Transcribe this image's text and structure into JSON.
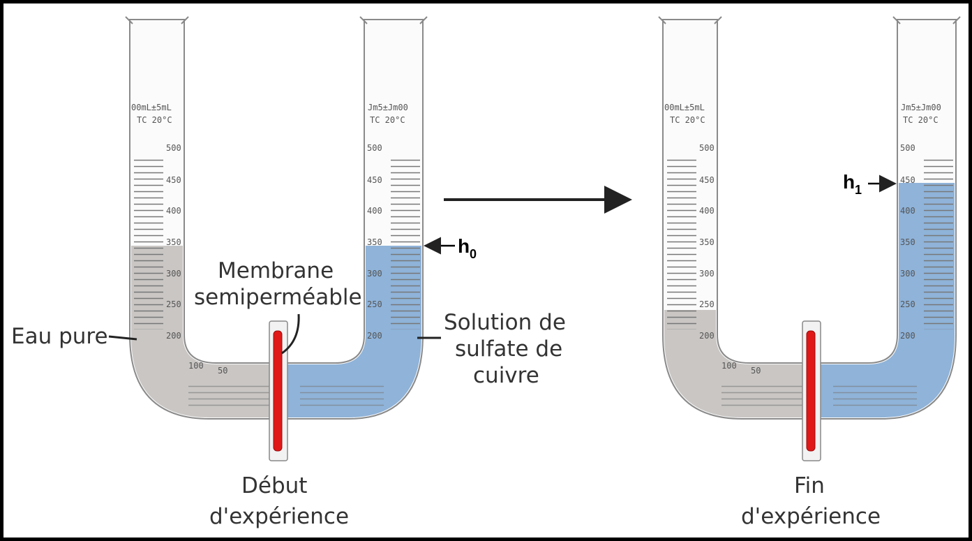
{
  "labels": {
    "eau_pure": "Eau pure",
    "membrane_line1": "Membrane",
    "membrane_line2": "semiperméable",
    "solution_line1": "Solution de",
    "solution_line2": "sulfate de",
    "solution_line3": "cuivre",
    "debut_line1": "Début",
    "debut_line2": "d'expérience",
    "fin_line1": "Fin",
    "fin_line2": "d'expérience",
    "h0_main": "h",
    "h0_sub": "0",
    "h1_main": "h",
    "h1_sub": "1"
  },
  "cylinder_text": {
    "capacity_left": "00mL±5mL",
    "capacity_right": "Jm5±Jm00",
    "temp_left": "TC 20°C",
    "temp_right": "TC 20°C",
    "unit": "mL",
    "ticks": [
      "500",
      "450",
      "400",
      "350",
      "300",
      "250",
      "200"
    ],
    "bottom_ticks": [
      "100",
      "50"
    ]
  },
  "colors": {
    "water": "#c9c6c4",
    "solution": "#8fb3d9",
    "membrane": "#e01818",
    "arrow": "#222222"
  }
}
